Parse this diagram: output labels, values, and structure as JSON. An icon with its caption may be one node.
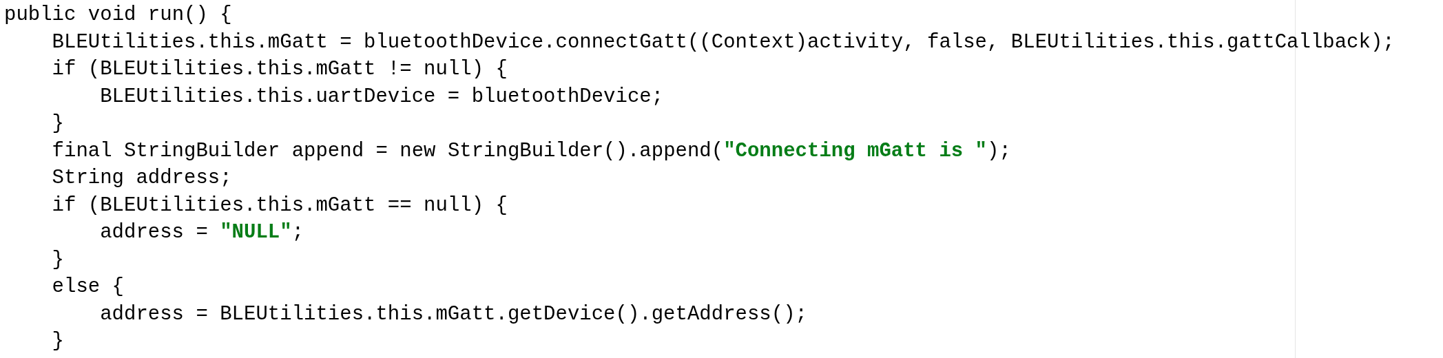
{
  "diagram": {
    "labels": [
      "public void run() {",
      "BLEUtilities.this.mGatt = bluetoothDevice.connectGatt((Context)activity, false, BLEUtilities.this.gattCallback);",
      "if (BLEUtilities.this.mGatt != null) {",
      "BLEUtilities.this.uartDevice = bluetoothDevice;",
      "}",
      "final StringBuilder append = new StringBuilder().append(\"Connecting mGatt is \");",
      "String address;",
      "if (BLEUtilities.this.mGatt == null) {",
      "address = \"NULL\";",
      "}",
      "else {",
      "address = BLEUtilities.this.mGatt.getDevice().getAddress();",
      "}"
    ]
  }
}
